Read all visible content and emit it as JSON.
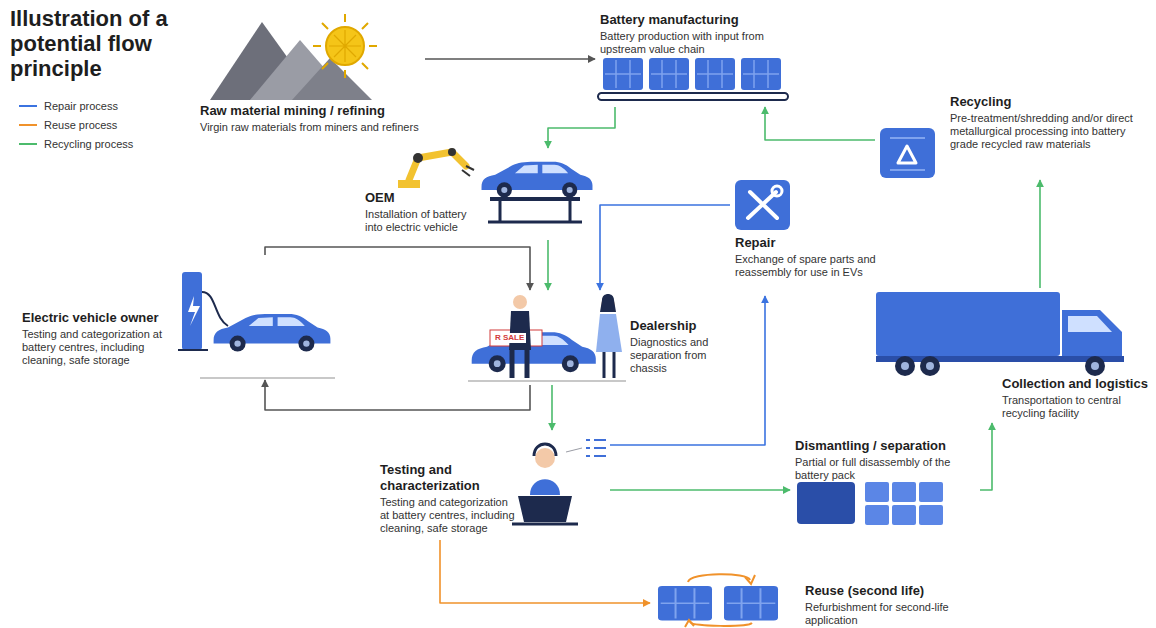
{
  "diagram": {
    "title": "Illustration of a potential flow principle",
    "nodes": [
      {
        "text": [
          "Raw material mining / refining",
          "Virgin raw materials from miners and refiners"
        ]
      },
      {
        "text": [
          "Battery manufacturing",
          "Battery production with input from upstream value chain"
        ]
      },
      {
        "text": [
          "Recycling",
          "Pre-treatment/shredding and/or direct metallurgical processing into battery grade recycled raw materials"
        ]
      },
      {
        "text": [
          "OEM",
          "Installation of battery into electric vehicle"
        ]
      },
      {
        "text": [
          "Repair",
          "Exchange of spare parts and reassembly for use in EVs"
        ]
      },
      {
        "text": [
          "Electric vehicle owner",
          "Testing and categorization at battery centres, including cleaning, safe storage"
        ]
      },
      {
        "text": [
          "Dealership",
          "Diagnostics and separation from chassis"
        ]
      },
      {
        "text": [
          "Collection and logistics",
          "Transportation to central recycling facility"
        ]
      },
      {
        "text": [
          "Dismantling / separation",
          "Partial or full disassembly of the battery pack"
        ]
      },
      {
        "text": [
          "Testing and characterization",
          "Testing and categorization at battery centres, including cleaning, safe storage"
        ]
      },
      {
        "text": [
          "Reuse (second life)",
          "Refurbishment for second-life application"
        ]
      }
    ],
    "edges": [
      {
        "from": 0,
        "to": 1,
        "arrow": "to"
      },
      {
        "from": 1,
        "to": 3,
        "arrow": "to"
      },
      {
        "from": 3,
        "to": 6,
        "arrow": "to"
      },
      {
        "from": 4,
        "to": 6,
        "arrow": "to"
      },
      {
        "from": 5,
        "to": 6,
        "arrow": "to"
      },
      {
        "from": 6,
        "to": 5,
        "arrow": "to"
      },
      {
        "from": 6,
        "to": 9,
        "arrow": "to"
      },
      {
        "from": 9,
        "to": 4,
        "arrow": "to"
      },
      {
        "from": 9,
        "to": 8,
        "arrow": "to"
      },
      {
        "from": 9,
        "to": 10,
        "arrow": "to"
      },
      {
        "from": 8,
        "to": 7,
        "arrow": "to"
      },
      {
        "from": 7,
        "to": 2,
        "arrow": "to"
      },
      {
        "from": 2,
        "to": 1,
        "arrow": "to"
      }
    ],
    "labels": [
      "R SALE"
    ],
    "legend": [
      {
        "text": "Repair process",
        "color": "#3b73e0"
      },
      {
        "text": "Reuse process",
        "color": "#f0922b"
      },
      {
        "text": "Recycling process",
        "color": "#4cbb6c"
      }
    ]
  }
}
